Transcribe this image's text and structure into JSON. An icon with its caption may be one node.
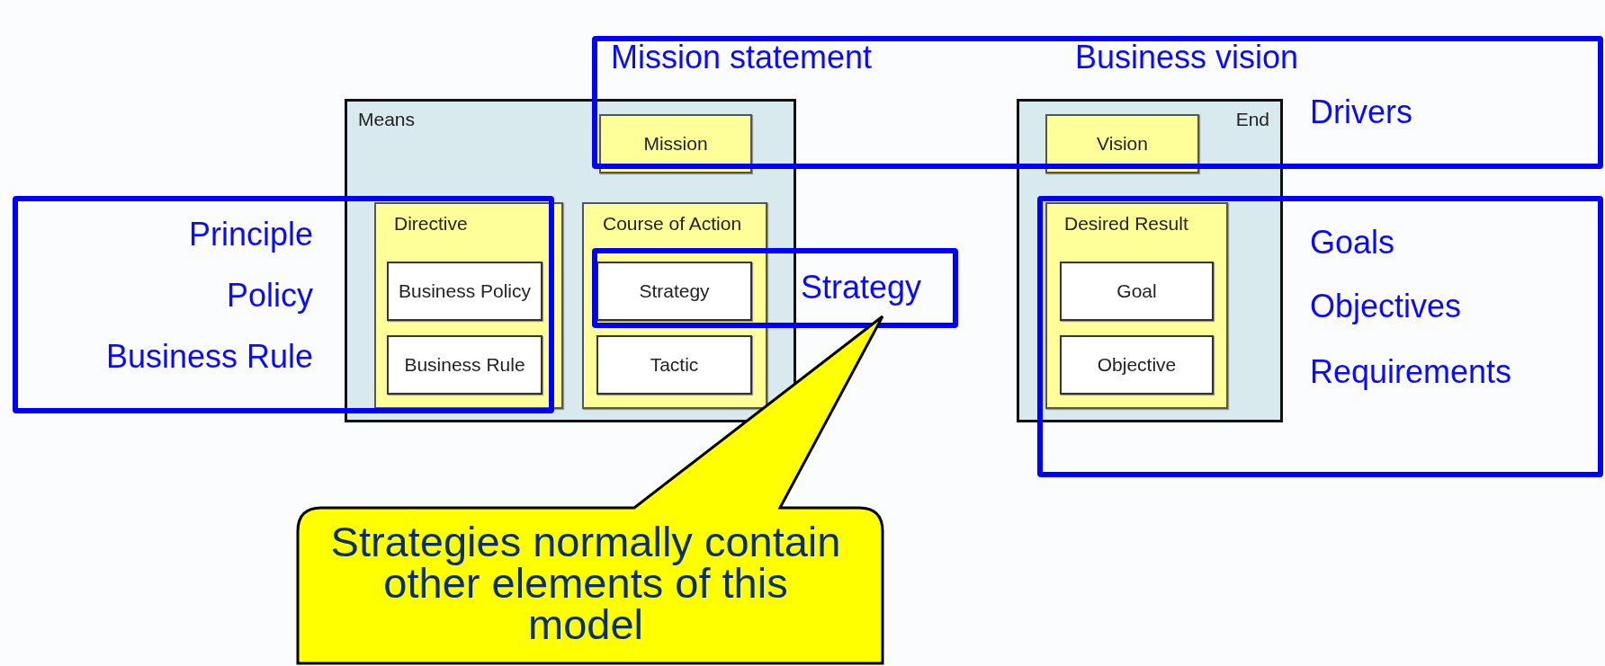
{
  "diagram": {
    "nodes": [
      {
        "text": [
          "Mission statement",
          "Business vision",
          "Drivers"
        ]
      },
      {
        "text": [
          "Means"
        ]
      },
      {
        "text": [
          "Mission"
        ]
      },
      {
        "text": [
          "End"
        ]
      },
      {
        "text": [
          "Vision"
        ]
      },
      {
        "text": [
          "Principle",
          "Policy",
          "Business Rule"
        ]
      },
      {
        "text": [
          "Directive"
        ]
      },
      {
        "text": [
          "Business Policy"
        ],
        "in": 6
      },
      {
        "text": [
          "Business Rule"
        ],
        "in": 6
      },
      {
        "text": [
          "Course of Action"
        ],
        "in": 1
      },
      {
        "text": [
          "Strategy"
        ]
      },
      {
        "text": [
          "Tactic"
        ],
        "in": 9
      },
      {
        "text": [
          "Strategy"
        ]
      },
      {
        "text": [
          "Desired Result"
        ]
      },
      {
        "text": [
          "Goal"
        ],
        "in": 13
      },
      {
        "text": [
          "Objective"
        ],
        "in": 13
      },
      {
        "text": [
          "Goals",
          "Objectives",
          "Requirements"
        ]
      },
      {
        "text": [
          "Strategies normally contain other elements of this model"
        ]
      }
    ]
  }
}
